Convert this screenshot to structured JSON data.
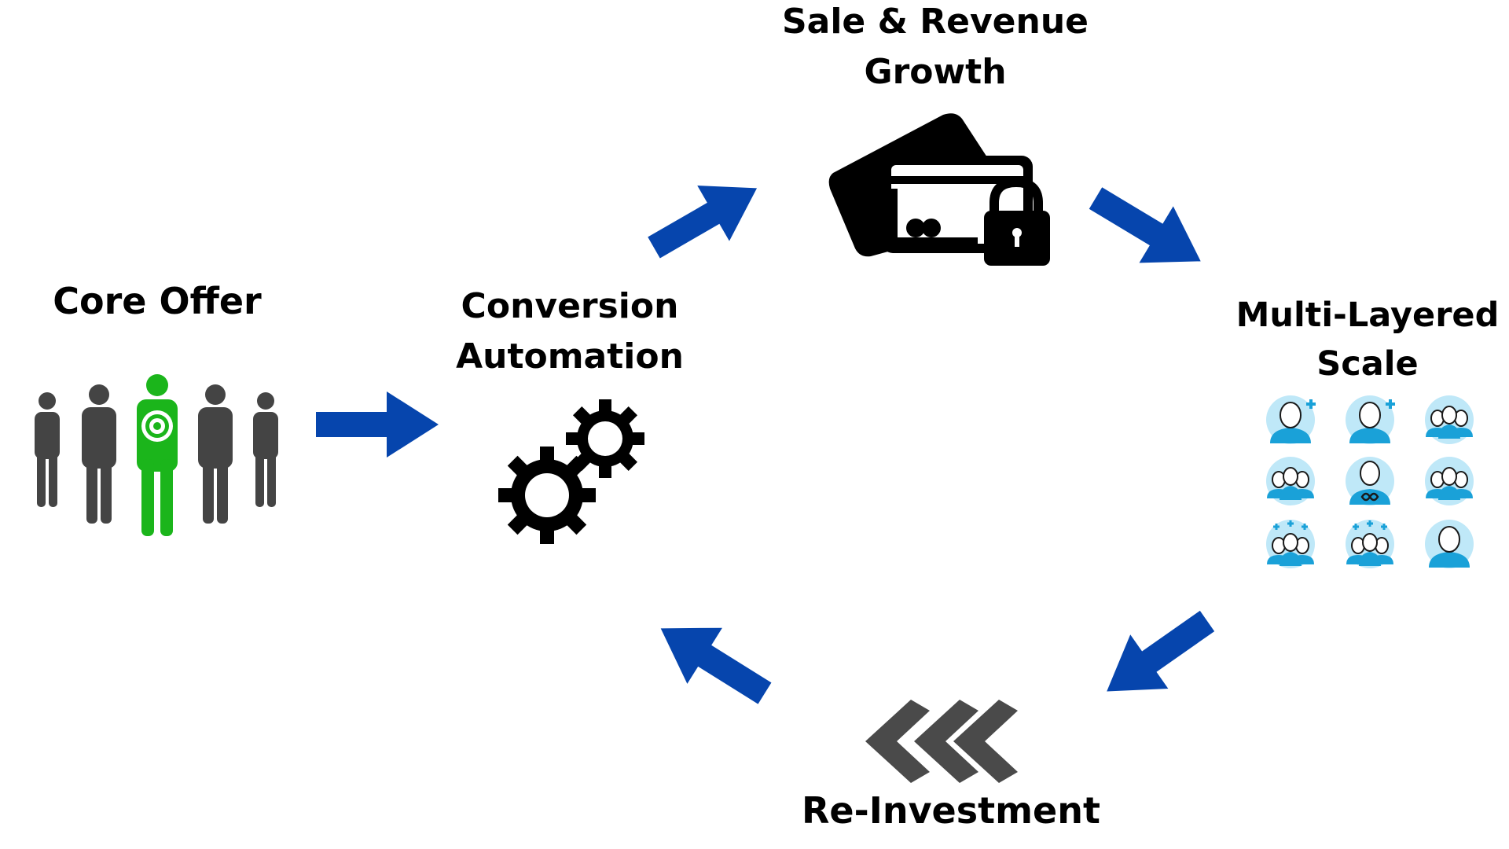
{
  "nodes": {
    "core_offer": {
      "label": "Core Offer"
    },
    "conversion": {
      "line1": "Conversion",
      "line2": "Automation"
    },
    "sale": {
      "line1": "Sale & Revenue",
      "line2": "Growth"
    },
    "scale": {
      "line1": "Multi-Layered",
      "line2": "Scale"
    },
    "reinvest": {
      "label": "Re-Investment"
    }
  },
  "icons": {
    "core_offer": "target-audience-icon",
    "conversion": "gears-icon",
    "sale": "locked-credit-card-icon",
    "scale": "user-group-icons-grid",
    "reinvest": "triple-chevron-left-icon"
  },
  "colors": {
    "arrow": "#0645AD",
    "person": "#444444",
    "target_person": "#1BB51B",
    "icon_dark": "#000000",
    "user_circle": "#BFE8F8",
    "user_fill": "#1AA1D8",
    "chevron": "#4A4A4A"
  }
}
